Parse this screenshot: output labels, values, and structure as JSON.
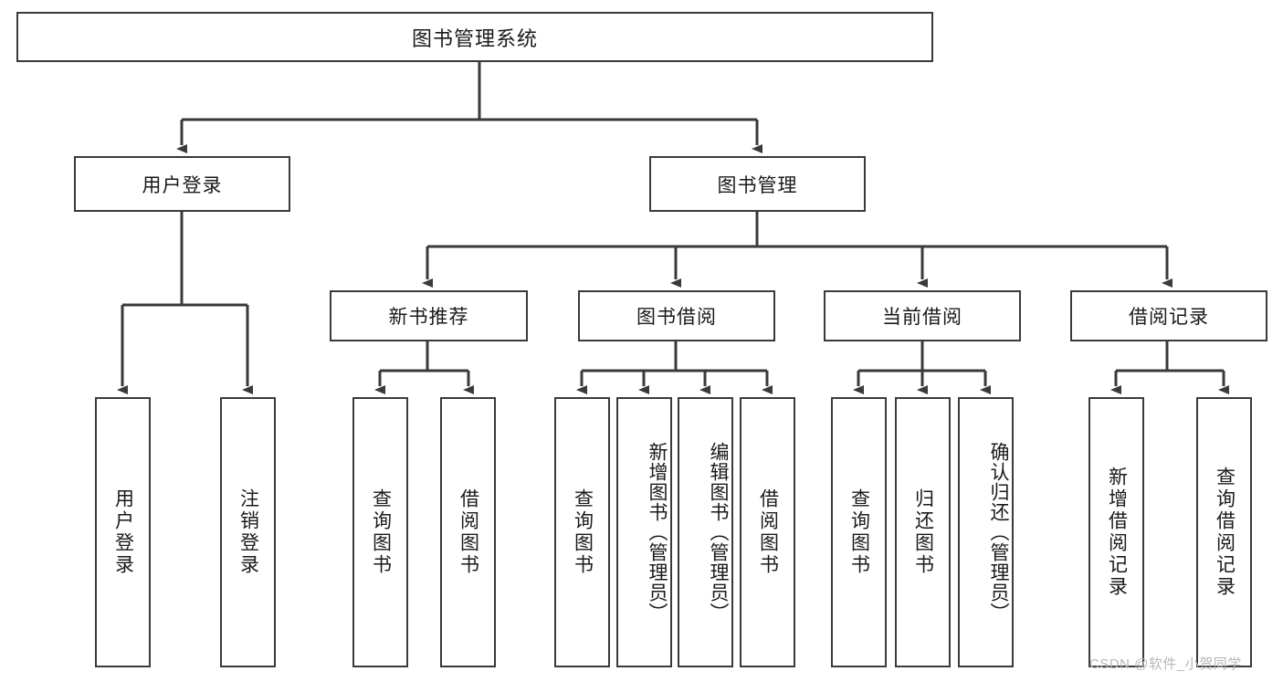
{
  "diagram": {
    "type": "tree-hierarchy",
    "title": "图书管理系统",
    "orientation": "top-down",
    "colors": {
      "box_border": "#3a3a3a",
      "box_fill": "#ffffff",
      "connector": "#3a3a3a",
      "text": "#1a1a1a",
      "watermark": "#b7b7b7"
    },
    "root": {
      "label": "图书管理系统",
      "children": [
        {
          "label": "用户登录",
          "children": [
            {
              "label": "用户登录"
            },
            {
              "label": "注销登录"
            }
          ]
        },
        {
          "label": "图书管理",
          "children": [
            {
              "label": "新书推荐",
              "children": [
                {
                  "label": "查询图书"
                },
                {
                  "label": "借阅图书"
                }
              ]
            },
            {
              "label": "图书借阅",
              "children": [
                {
                  "label": "查询图书"
                },
                {
                  "label": "新增图书（管理员）"
                },
                {
                  "label": "编辑图书（管理员）"
                },
                {
                  "label": "借阅图书"
                }
              ]
            },
            {
              "label": "当前借阅",
              "children": [
                {
                  "label": "查询图书"
                },
                {
                  "label": "归还图书"
                },
                {
                  "label": "确认归还（管理员）"
                }
              ]
            },
            {
              "label": "借阅记录",
              "children": [
                {
                  "label": "新增借阅记录"
                },
                {
                  "label": "查询借阅记录"
                }
              ]
            }
          ]
        }
      ]
    }
  },
  "watermark": {
    "text": "CSDN @软件_小贺同学"
  }
}
